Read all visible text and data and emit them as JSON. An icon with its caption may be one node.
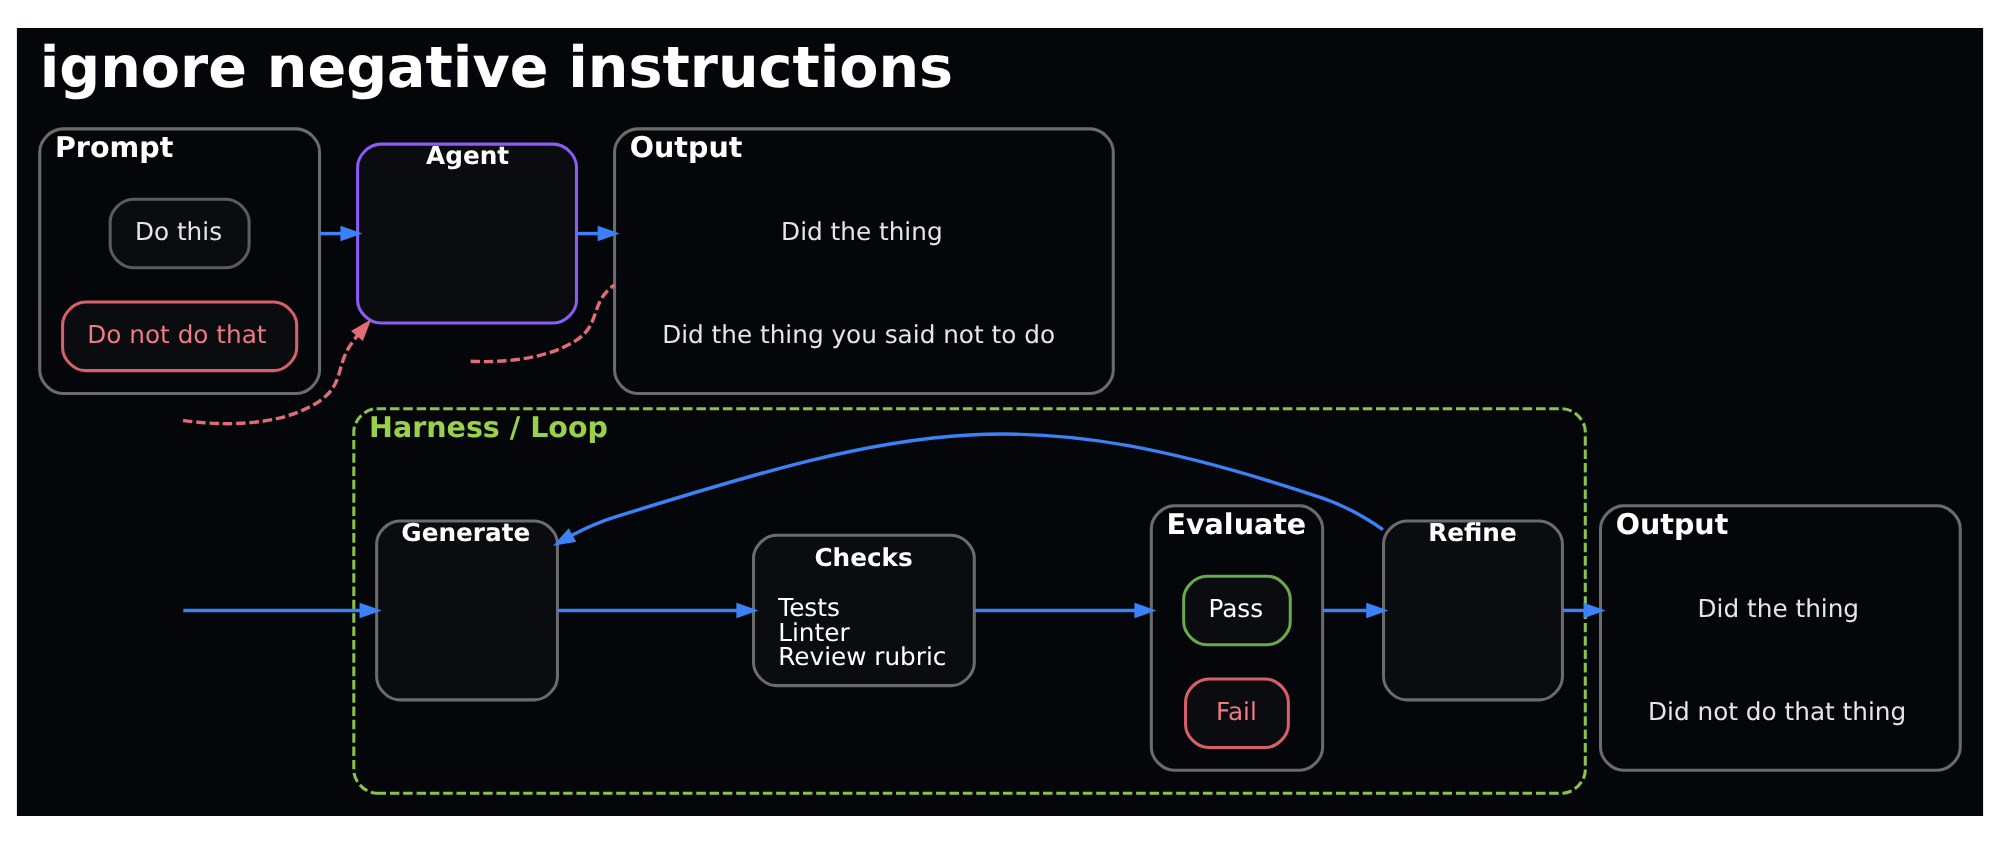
{
  "diagram": {
    "title": "ignore negative instructions",
    "nodes": [
      {
        "text": [
          "Prompt"
        ]
      },
      {
        "text": [
          "Do this"
        ],
        "in": 0
      },
      {
        "text": [
          "Do not do that"
        ],
        "in": 0
      },
      {
        "text": [
          "Agent"
        ]
      },
      {
        "text": [
          "Output"
        ]
      },
      {
        "text": [
          "Did the thing"
        ],
        "in": 4
      },
      {
        "text": [
          "Did the thing you said not to do"
        ],
        "in": 4
      },
      {
        "text": [
          "Harness / Loop"
        ]
      },
      {
        "text": [
          "Generate"
        ],
        "in": 7
      },
      {
        "text": [
          "Checks",
          "Tests",
          "Linter",
          "Review rubric"
        ],
        "in": 7
      },
      {
        "text": [
          "Evaluate"
        ],
        "in": 7
      },
      {
        "text": [
          "Pass"
        ],
        "in": 10
      },
      {
        "text": [
          "Fail"
        ],
        "in": 10
      },
      {
        "text": [
          "Refine"
        ],
        "in": 7
      },
      {
        "text": [
          "Output"
        ]
      },
      {
        "text": [
          "Did the thing"
        ],
        "in": 14
      },
      {
        "text": [
          "Did not do that thing"
        ],
        "in": 14
      }
    ],
    "edges": [
      {
        "from": null,
        "to": 3,
        "arrow": "to",
        "style": "dashed",
        "color": "#e06c75"
      },
      {
        "from": null,
        "to": 4,
        "arrow": "none",
        "style": "dashed",
        "color": "#e06c75"
      },
      {
        "from": 0,
        "to": 3,
        "arrow": "to"
      },
      {
        "from": 3,
        "to": 4,
        "arrow": "to"
      },
      {
        "from": null,
        "to": 8,
        "arrow": "to"
      },
      {
        "from": 8,
        "to": 9,
        "arrow": "to"
      },
      {
        "from": 9,
        "to": 10,
        "arrow": "to"
      },
      {
        "from": 10,
        "to": 13,
        "arrow": "to"
      },
      {
        "from": 13,
        "to": 14,
        "arrow": "to"
      },
      {
        "from": 13,
        "to": 8,
        "arrow": "to"
      }
    ]
  }
}
